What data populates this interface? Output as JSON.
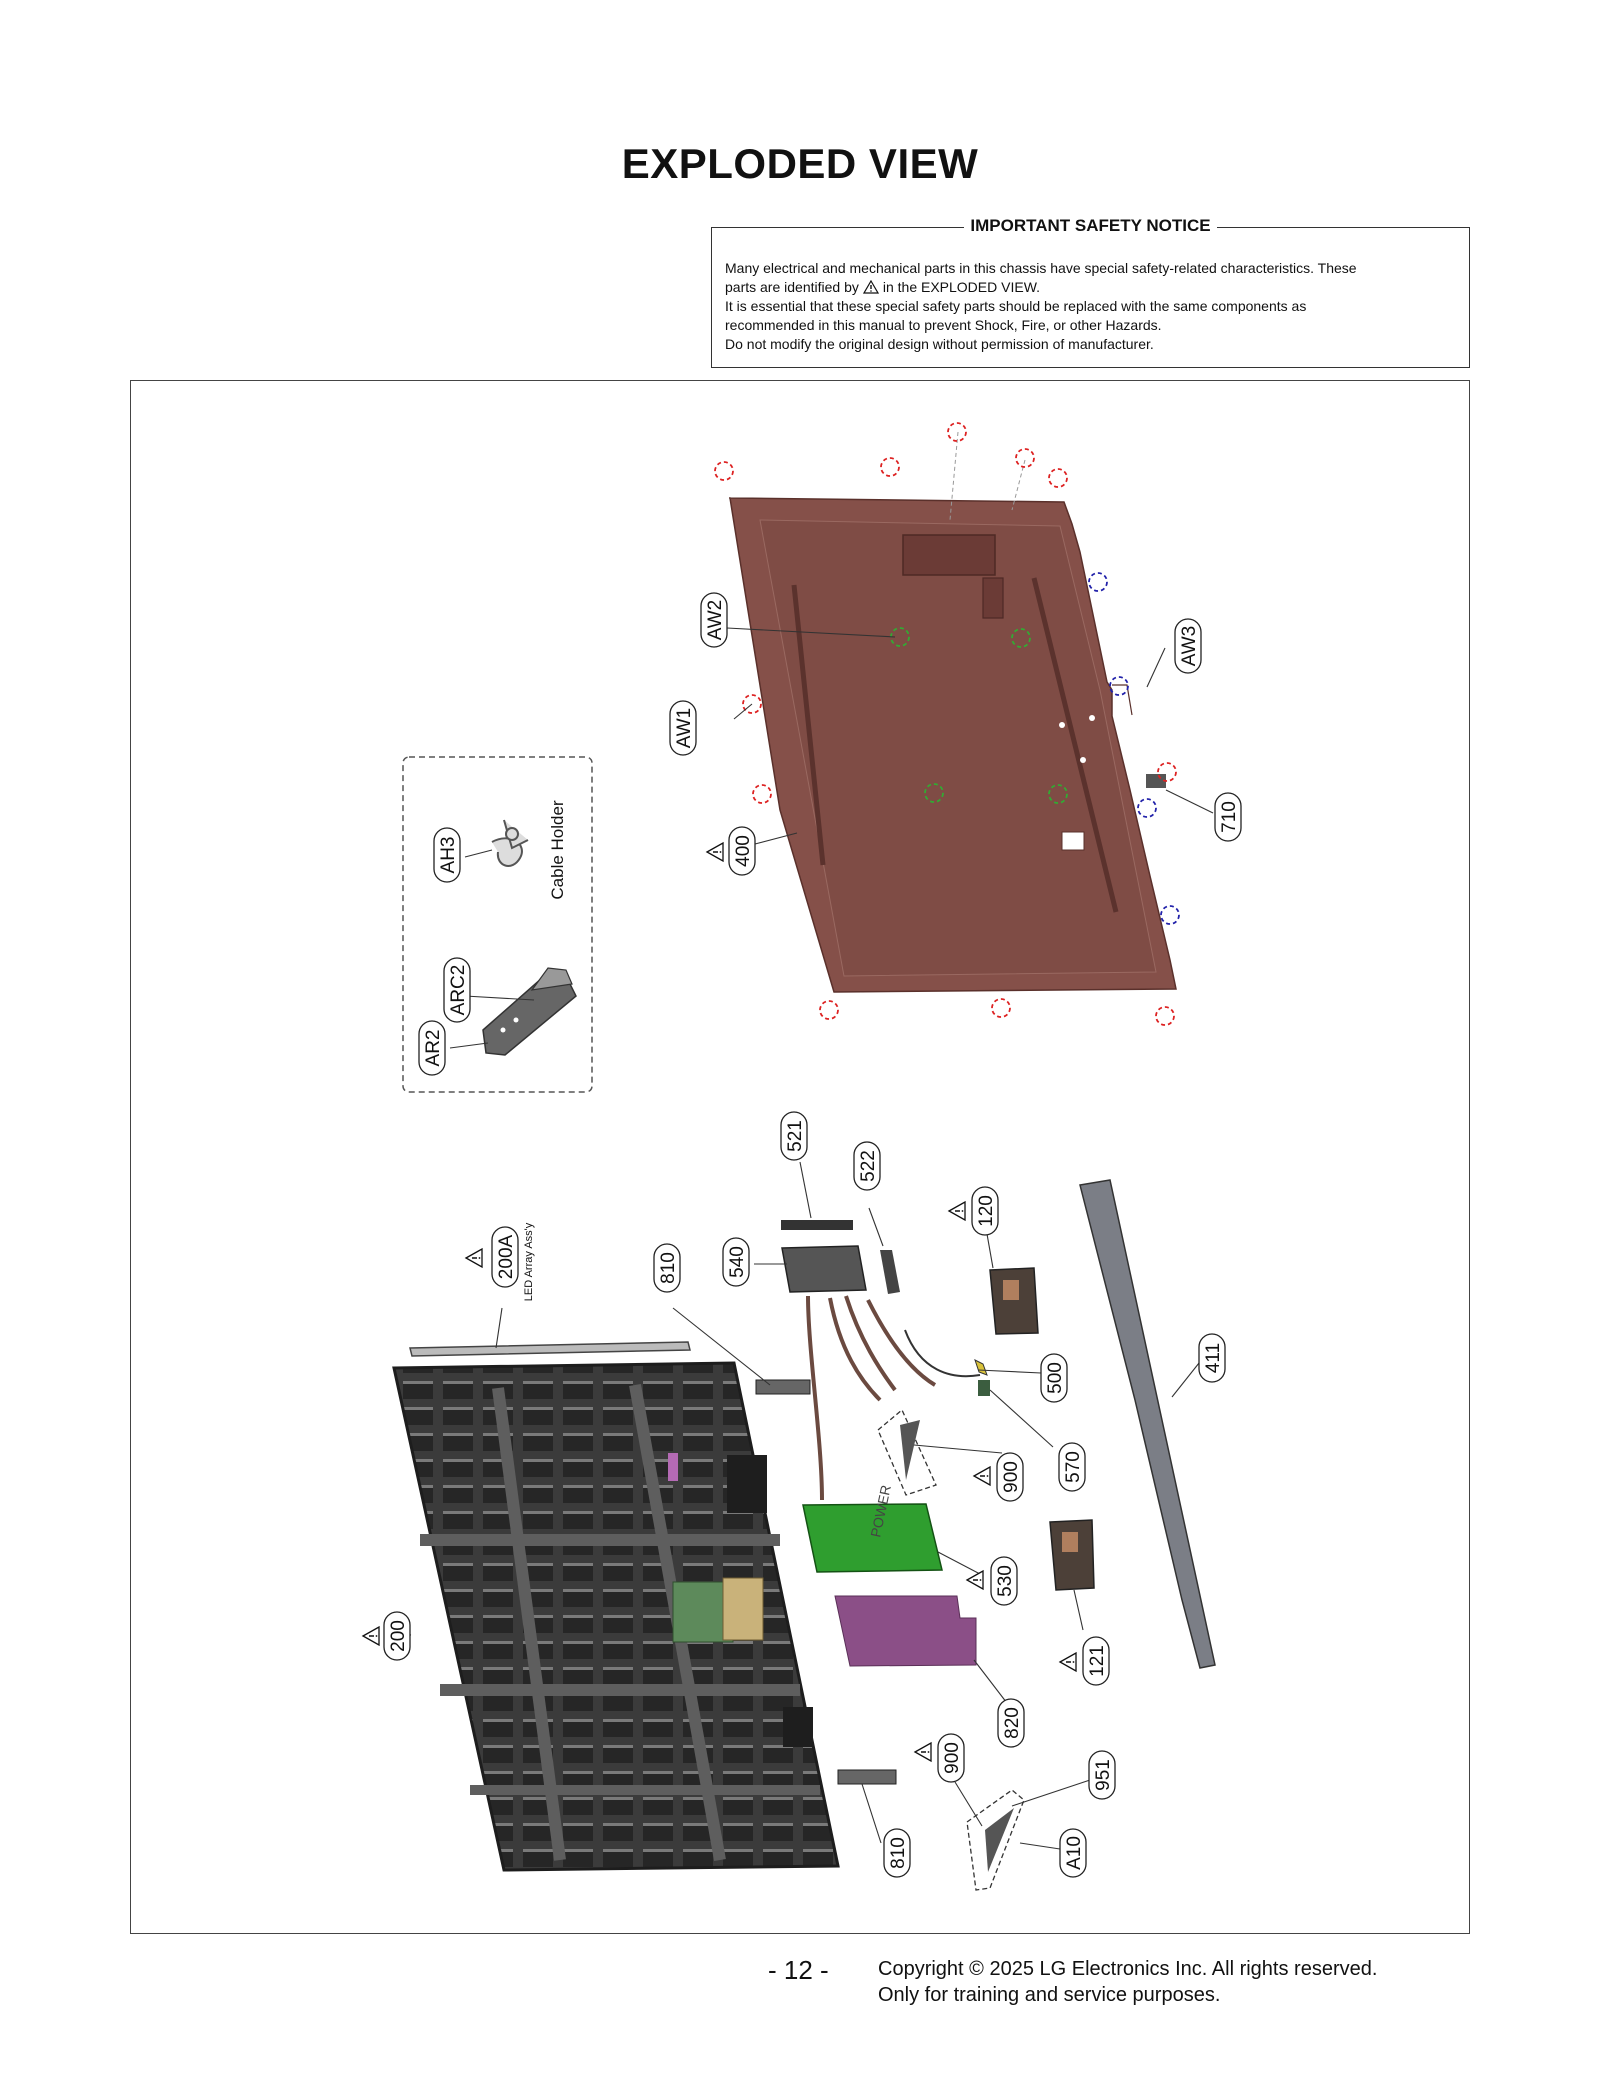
{
  "page": {
    "title": "EXPLODED VIEW",
    "page_number": "- 12 -",
    "copyright_line1": "Copyright © 2025 LG Electronics Inc. All rights reserved.",
    "copyright_line2": "Only for training and service purposes."
  },
  "notice": {
    "title": "IMPORTANT SAFETY NOTICE",
    "line1": "Many electrical and mechanical parts in this chassis have special safety-related characteristics. These",
    "line2a": "parts are identified by",
    "line2b": "in the EXPLODED VIEW.",
    "line3": "It is essential that these special safety parts should be replaced with the same components as",
    "line4": "recommended in this manual to prevent Shock, Fire, or other Hazards.",
    "line5": "Do not modify the original design without permission of manufacturer."
  },
  "diagram": {
    "labels": {
      "aw2": "AW2",
      "aw1": "AW1",
      "aw3": "AW3",
      "p400": "400",
      "p710": "710",
      "ah3": "AH3",
      "arc2": "ARC2",
      "ar2": "AR2",
      "cable_holder": "Cable Holder",
      "p521": "521",
      "p522": "522",
      "p120": "120",
      "p540": "540",
      "p810a": "810",
      "p200a": "200A",
      "led_array": "LED Array Ass'y",
      "p411": "411",
      "p500": "500",
      "p570": "570",
      "p900a": "900",
      "p530": "530",
      "p200": "200",
      "p121": "121",
      "p820": "820",
      "p900b": "900",
      "p951": "951",
      "p810b": "810",
      "pa10": "A10",
      "power": "POWER"
    }
  }
}
